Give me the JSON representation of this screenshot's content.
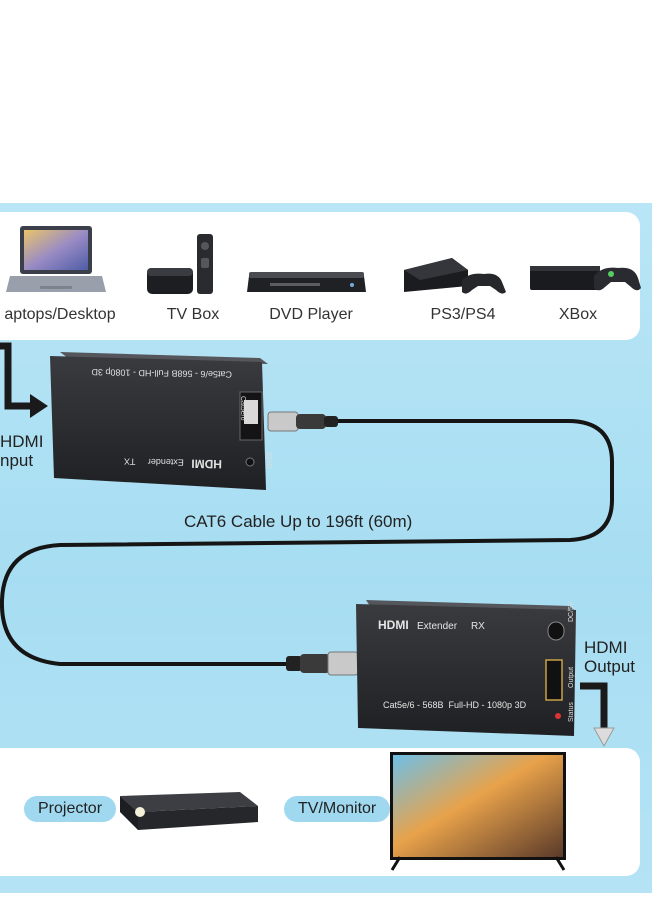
{
  "sources": [
    {
      "label": "aptops/Desktop",
      "icon": "laptop-icon"
    },
    {
      "label": "TV Box",
      "icon": "tv-box-icon"
    },
    {
      "label": "DVD Player",
      "icon": "dvd-player-icon"
    },
    {
      "label": "PS3/PS4",
      "icon": "playstation-icon"
    },
    {
      "label": "XBox",
      "icon": "xbox-icon"
    }
  ],
  "input_label": [
    "HDMI",
    "nput"
  ],
  "output_label": [
    "HDMI",
    "Output"
  ],
  "cable_label": "CAT6 Cable Up to 196ft (60m)",
  "transmitter": {
    "spec": "Cat5e/6 - 568B Full-HD - 1080p 3D",
    "brand": "HDMI",
    "name": "Extender",
    "type": "TX",
    "port1": "Cat5e/6",
    "port2": "EDID"
  },
  "receiver": {
    "brand": "HDMI",
    "name": "Extender",
    "type": "RX",
    "spec": "Cat5e/6 - 568B  Full-HD - 1080p 3D",
    "port1": "DC/5V",
    "port2": "Output",
    "port3": "Status"
  },
  "destinations": [
    {
      "label": "Projector",
      "icon": "projector-icon"
    },
    {
      "label": "TV/Monitor",
      "icon": "tv-monitor-icon"
    }
  ],
  "colors": {
    "background": "#a9def3",
    "panel": "#ffffff",
    "pill": "#9fd8ef",
    "device": "#2f3033"
  }
}
